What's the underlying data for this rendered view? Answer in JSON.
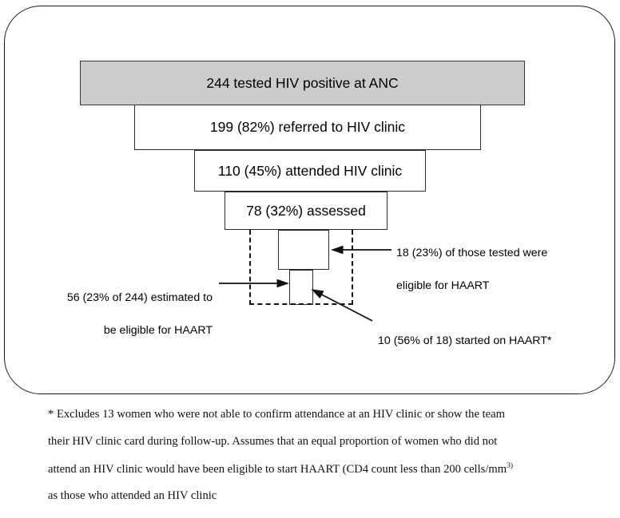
{
  "diagram": {
    "title": "HIV care cascade funnel",
    "colors": {
      "shaded_box_fill": "#cccccc",
      "box_border": "#2b2b2b",
      "frame_border": "#1a1a1a",
      "text": "#000000"
    },
    "funnel_steps": [
      {
        "id": "tested",
        "label": "244 tested HIV positive at ANC",
        "count": 244,
        "percent": 100,
        "shaded": true
      },
      {
        "id": "referred",
        "label": "199 (82%) referred to HIV clinic",
        "count": 199,
        "percent": 82,
        "shaded": false
      },
      {
        "id": "attended",
        "label": "110 (45%) attended HIV clinic",
        "count": 110,
        "percent": 45,
        "shaded": false
      },
      {
        "id": "assessed",
        "label": "78 (32%) assessed",
        "count": 78,
        "percent": 32,
        "shaded": false
      },
      {
        "id": "eligible",
        "label": "",
        "count": 18,
        "percent": 23,
        "shaded": false
      },
      {
        "id": "started",
        "label": "",
        "count": 10,
        "percent": 56,
        "shaded": false
      }
    ],
    "annotations": [
      {
        "id": "eligible-note",
        "line1": "18 (23%) of those tested were",
        "line2": "eligible for HAART"
      },
      {
        "id": "estimated-note",
        "line1": "56 (23% of 244) estimated to",
        "line2": "be eligible for HAART"
      },
      {
        "id": "started-note",
        "line1": "10 (56% of 18) started on HAART*",
        "line2": ""
      }
    ]
  },
  "footnote": {
    "line1": "* Excludes 13 women who were not able to confirm attendance at an HIV clinic or show the team",
    "line2": "their HIV clinic card during follow-up. Assumes that an equal proportion of women who did not",
    "line3_pre": "attend an HIV clinic would have been eligible to start HAART (CD4 count less than 200 cells/mm",
    "line3_sup": "3)",
    "line4": "as those who attended an HIV clinic"
  }
}
